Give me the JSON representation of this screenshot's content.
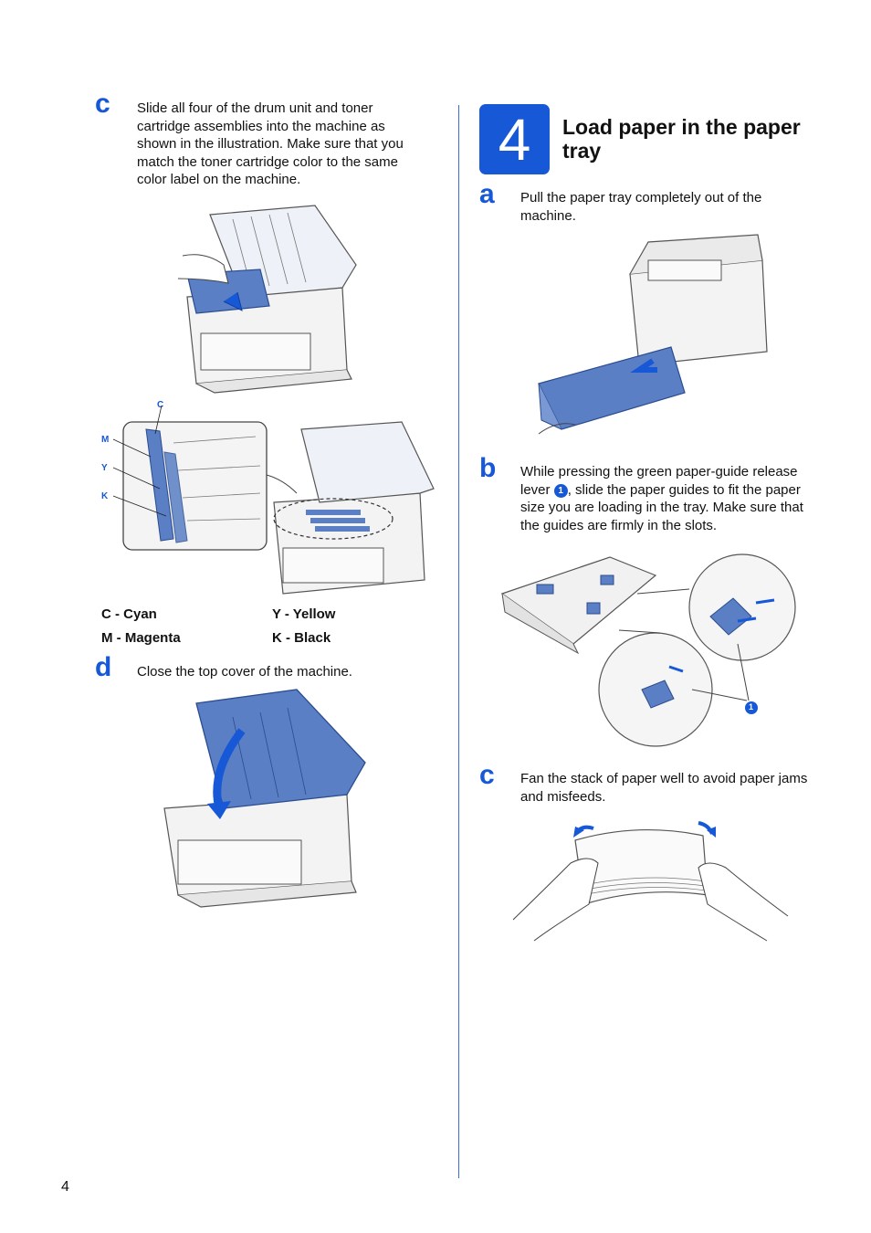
{
  "left": {
    "step_c": {
      "letter": "c",
      "text": "Slide all four of the drum unit and toner cartridge assemblies into the machine as shown in the illustration. Make sure that you match the toner cartridge color to the same color label on the machine."
    },
    "callouts": {
      "c": "C",
      "m": "M",
      "y": "Y",
      "k": "K"
    },
    "legend": [
      "C - Cyan",
      "Y - Yellow",
      "M - Magenta",
      "K - Black"
    ],
    "step_d": {
      "letter": "d",
      "text": "Close the top cover of the machine."
    }
  },
  "right": {
    "step_number": "4",
    "section_title": "Load paper in the paper tray",
    "step_a": {
      "letter": "a",
      "text": "Pull the paper tray completely out of the machine."
    },
    "step_b": {
      "letter": "b",
      "text_before": "While pressing the green paper-guide release lever ",
      "badge": "1",
      "text_after": ", slide the paper guides to fit the paper size you are loading in the tray. Make sure that the guides are firmly in the slots."
    },
    "callout_1": "1",
    "step_c": {
      "letter": "c",
      "text": "Fan the stack of paper well to avoid paper jams and misfeeds."
    }
  },
  "page_number": "4",
  "colors": {
    "accent": "#1758d6",
    "illustration_blue": "#5a7fc4",
    "outline": "#555555"
  }
}
